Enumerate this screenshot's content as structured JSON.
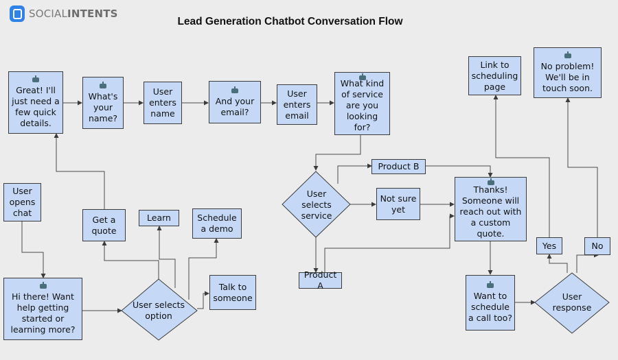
{
  "brand": {
    "logo_text_light": "SOCIAL",
    "logo_text_bold": "INTENTS"
  },
  "title": "Lead Generation Chatbot Conversation Flow",
  "nodes": {
    "great": "Great! I'll just need a few quick details.",
    "whats_name": "What's your name?",
    "user_enters_name": "User enters name",
    "and_email": "And your email?",
    "user_enters_email": "User enters email",
    "what_service": "What kind of service are you looking for?",
    "link_scheduling": "Link to scheduling page",
    "no_problem": "No problem! We'll be in touch soon.",
    "user_opens_chat": "User opens chat",
    "get_quote": "Get a quote",
    "learn": "Learn",
    "schedule_demo": "Schedule a demo",
    "product_b": "Product B",
    "not_sure": "Not sure yet",
    "thanks": "Thanks! Someone will reach out with a custom quote.",
    "yes": "Yes",
    "no": "No",
    "hi_there": "Hi there! Want help getting started or learning more?",
    "talk_someone": "Talk to someone",
    "product_a": "Product A",
    "want_schedule": "Want to schedule a call too?"
  },
  "decisions": {
    "user_selects_option": "User selects option",
    "user_selects_service": "User selects service",
    "user_response": "User response"
  },
  "colors": {
    "node_fill": "#c5d9f7",
    "stroke": "#3b3b3b",
    "background": "#ececec",
    "brand": "#2f82e6"
  },
  "icons": {
    "bot": "chatbot-icon"
  }
}
